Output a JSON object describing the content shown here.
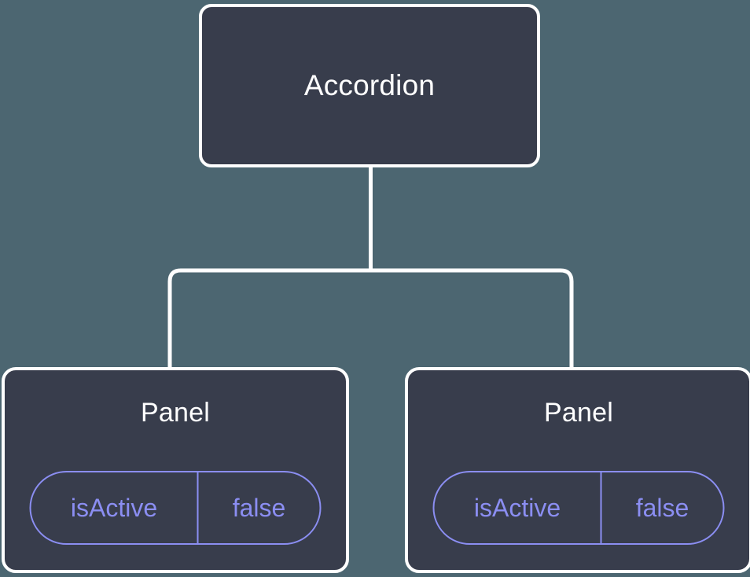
{
  "theme": {
    "background_color": "#4c6671",
    "node_fill_color": "#383d4c",
    "node_border_color": "#ffffff",
    "connector_color": "#ffffff",
    "prop_accent_color": "#8b8ef2",
    "title_text_color": "#ffffff"
  },
  "tree": {
    "root": {
      "label": "Accordion"
    },
    "children": [
      {
        "label": "Panel",
        "props": [
          {
            "key": "isActive",
            "value": "false"
          }
        ]
      },
      {
        "label": "Panel",
        "props": [
          {
            "key": "isActive",
            "value": "false"
          }
        ]
      }
    ]
  }
}
